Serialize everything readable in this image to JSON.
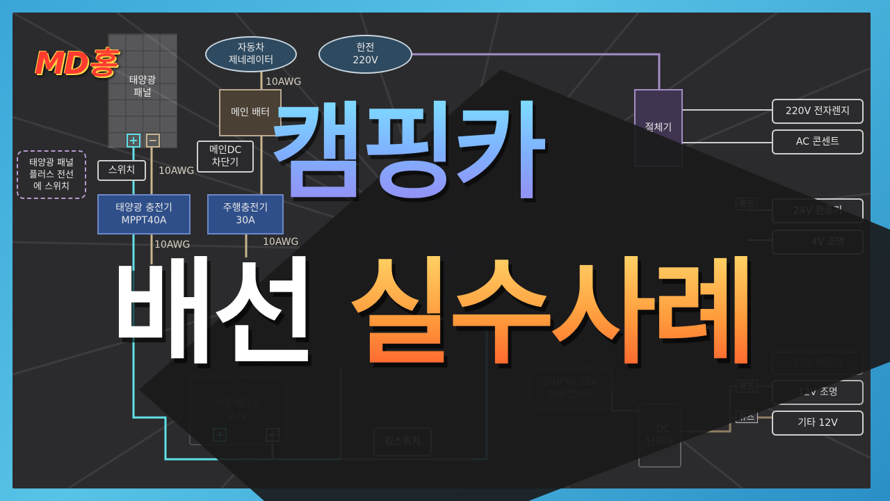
{
  "logo": {
    "text": "MD홍"
  },
  "title": {
    "line1": "캠핑카",
    "line2_white": "배선",
    "line2_orange": "실수사례"
  },
  "diagram": {
    "solar_panel": "태양광\n패널",
    "generator": "자동차\n제네레이터",
    "grid_power": "한전\n220V",
    "main_battery": "메인 배터",
    "main_dc_breaker": "메인DC\n차단기",
    "switch": "스위치",
    "note_switch": "태양광 패널\n플러스 전선\n에 스위치",
    "solar_charger": "태양광 충전기\nMPPT40A",
    "drive_charger": "주행충전기\n30A",
    "inverter": "절체기",
    "out_220v_range": "220V 전자렌지",
    "out_ac_outlet": "AC 콘센트",
    "out_24v_fan": "24V 환풍기",
    "out_24v_light": "4V 조명",
    "aux_battery": "보조배터리\n24V",
    "kill_switch": "킬스위치",
    "converter": "24V to 12V\n다운컨버터",
    "dc_terminal": "- DC\n단자대",
    "out_12v_fan": "12V 환풍기",
    "out_12v_light": "12V 조명",
    "out_12v_other": "기타 12V",
    "fuse": "퓨즈",
    "awg_1": "10AWG",
    "awg_2": "10AWG",
    "awg_3": "10AWG",
    "awg_4": "10AWG",
    "plus": "+",
    "minus": "−"
  },
  "colors": {
    "positive_wire": "#5fe0e8",
    "negative_wire": "#c9b58f",
    "ac_wire": "#a58cc6",
    "title_blue": "#7fb0ff",
    "title_orange": "#ff8a3c"
  }
}
